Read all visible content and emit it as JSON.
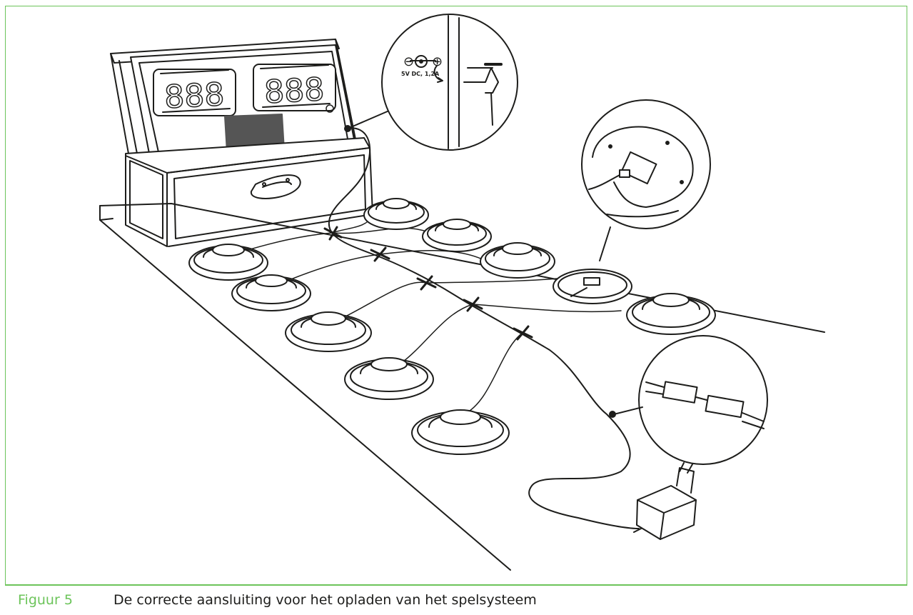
{
  "figure": {
    "number": "Figuur 5",
    "caption": "De correcte aansluiting voor het opladen van het spelsysteem"
  },
  "illustration": {
    "scoreboard": {
      "display_left": "888",
      "display_right": "888"
    },
    "power_inset": {
      "minus_symbol": "⊖",
      "plus_symbol": "⊕",
      "rating_label": "5V DC, 1,2A"
    }
  },
  "colors": {
    "accent": "#6cc45a",
    "ink": "#1d1d1b",
    "panel": "#555555"
  }
}
